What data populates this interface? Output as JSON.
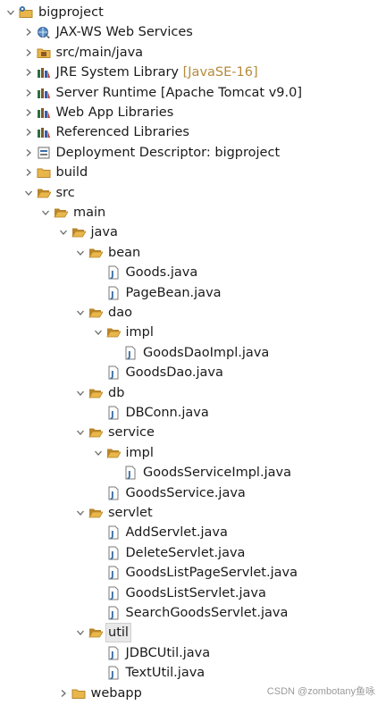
{
  "tree": [
    {
      "label": "bigproject",
      "icon": "project-icon",
      "twisty": "down",
      "depth": 0
    },
    {
      "label": "JAX-WS Web Services",
      "icon": "web-services-icon",
      "twisty": "right",
      "depth": 1
    },
    {
      "label": "src/main/java",
      "icon": "source-folder-icon",
      "twisty": "right",
      "depth": 1
    },
    {
      "label": "JRE System Library",
      "decoration": "[JavaSE-16]",
      "icon": "library-icon",
      "twisty": "right",
      "depth": 1
    },
    {
      "label": "Server Runtime [Apache Tomcat v9.0]",
      "icon": "library-icon",
      "twisty": "right",
      "depth": 1
    },
    {
      "label": "Web App Libraries",
      "icon": "library-icon",
      "twisty": "right",
      "depth": 1
    },
    {
      "label": "Referenced Libraries",
      "icon": "library-icon",
      "twisty": "right",
      "depth": 1
    },
    {
      "label": "Deployment Descriptor: bigproject",
      "icon": "deployment-descriptor-icon",
      "twisty": "right",
      "depth": 1
    },
    {
      "label": "build",
      "icon": "folder-icon",
      "twisty": "right",
      "depth": 1
    },
    {
      "label": "src",
      "icon": "folder-open-icon",
      "twisty": "down",
      "depth": 1
    },
    {
      "label": "main",
      "icon": "folder-open-icon",
      "twisty": "down",
      "depth": 2
    },
    {
      "label": "java",
      "icon": "folder-open-icon",
      "twisty": "down",
      "depth": 3
    },
    {
      "label": "bean",
      "icon": "folder-open-icon",
      "twisty": "down",
      "depth": 4
    },
    {
      "label": "Goods.java",
      "icon": "java-file-icon",
      "twisty": "none",
      "depth": 5
    },
    {
      "label": "PageBean.java",
      "icon": "java-file-icon",
      "twisty": "none",
      "depth": 5
    },
    {
      "label": "dao",
      "icon": "folder-open-icon",
      "twisty": "down",
      "depth": 4
    },
    {
      "label": "impl",
      "icon": "folder-open-icon",
      "twisty": "down",
      "depth": 5
    },
    {
      "label": "GoodsDaoImpl.java",
      "icon": "java-file-icon",
      "twisty": "none",
      "depth": 6
    },
    {
      "label": "GoodsDao.java",
      "icon": "java-file-icon",
      "twisty": "none",
      "depth": 5
    },
    {
      "label": "db",
      "icon": "folder-open-icon",
      "twisty": "down",
      "depth": 4
    },
    {
      "label": "DBConn.java",
      "icon": "java-file-icon",
      "twisty": "none",
      "depth": 5
    },
    {
      "label": "service",
      "icon": "folder-open-icon",
      "twisty": "down",
      "depth": 4
    },
    {
      "label": "impl",
      "icon": "folder-open-icon",
      "twisty": "down",
      "depth": 5
    },
    {
      "label": "GoodsServiceImpl.java",
      "icon": "java-file-icon",
      "twisty": "none",
      "depth": 6
    },
    {
      "label": "GoodsService.java",
      "icon": "java-file-icon",
      "twisty": "none",
      "depth": 5
    },
    {
      "label": "servlet",
      "icon": "folder-open-icon",
      "twisty": "down",
      "depth": 4
    },
    {
      "label": "AddServlet.java",
      "icon": "java-file-icon",
      "twisty": "none",
      "depth": 5
    },
    {
      "label": "DeleteServlet.java",
      "icon": "java-file-icon",
      "twisty": "none",
      "depth": 5
    },
    {
      "label": "GoodsListPageServlet.java",
      "icon": "java-file-icon",
      "twisty": "none",
      "depth": 5
    },
    {
      "label": "GoodsListServlet.java",
      "icon": "java-file-icon",
      "twisty": "none",
      "depth": 5
    },
    {
      "label": "SearchGoodsServlet.java",
      "icon": "java-file-icon",
      "twisty": "none",
      "depth": 5
    },
    {
      "label": "util",
      "icon": "folder-open-icon",
      "twisty": "down",
      "depth": 4,
      "selected": true
    },
    {
      "label": "JDBCUtil.java",
      "icon": "java-file-icon",
      "twisty": "none",
      "depth": 5
    },
    {
      "label": "TextUtil.java",
      "icon": "java-file-icon",
      "twisty": "none",
      "depth": 5
    },
    {
      "label": "webapp",
      "icon": "folder-icon",
      "twisty": "right",
      "depth": 3
    }
  ],
  "watermark": "CSDN @zombotany鱼咏",
  "colors": {
    "folder": "#e8b64a",
    "folder_dark": "#b8862a",
    "java_file": "#3a6ea5",
    "twisty": "#6b6b6b",
    "decoration": "#b58a3a"
  }
}
